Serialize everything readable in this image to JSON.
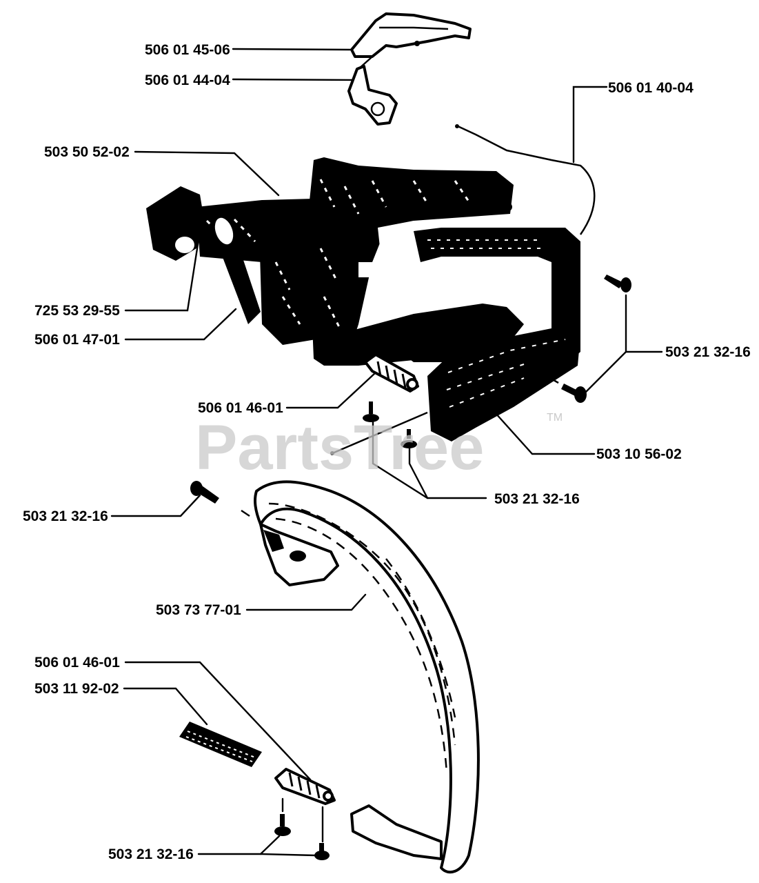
{
  "labels": {
    "throttle_trigger": "506 01 45-06",
    "throttle_lockout": "506 01 44-04",
    "throttle_rod": "506 01 40-04",
    "tank_handle": "503 50 52-02",
    "screw_left": "725 53 29-55",
    "buffer_left": "506 01 47-01",
    "spring_center": "506 01 46-01",
    "screw_right": "503 21 32-16",
    "handle_cover": "503 10 56-02",
    "screw_center": "503 21 32-16",
    "screw_front": "503 21 32-16",
    "front_handle": "503 73 77-01",
    "spring_bottom": "506 01 46-01",
    "decal": "503 11 92-02",
    "screw_bottom": "503 21 32-16"
  },
  "watermark": {
    "text": "PartsTree",
    "tm": "TM"
  }
}
